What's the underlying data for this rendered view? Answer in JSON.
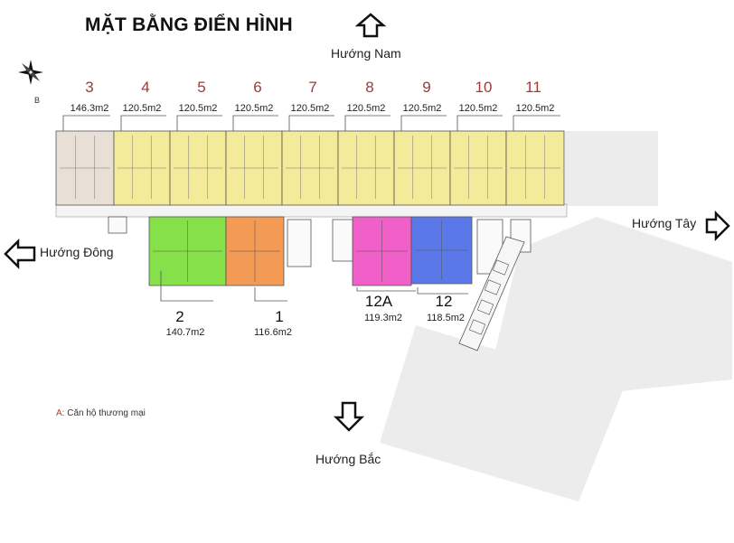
{
  "title": "MẶT BẰNG ĐIỂN HÌNH",
  "directions": {
    "south": "Hướng Nam",
    "west": "Hướng Tây",
    "east": "Hướng Đông",
    "north": "Hướng Bắc"
  },
  "compass": {
    "label": "B"
  },
  "units_top": [
    {
      "no": "3",
      "area": "146.3m2",
      "color": "#e8e0d6"
    },
    {
      "no": "4",
      "area": "120.5m2",
      "color": "#f3ea9a"
    },
    {
      "no": "5",
      "area": "120.5m2",
      "color": "#f3ea9a"
    },
    {
      "no": "6",
      "area": "120.5m2",
      "color": "#f3ea9a"
    },
    {
      "no": "7",
      "area": "120.5m2",
      "color": "#f3ea9a"
    },
    {
      "no": "8",
      "area": "120.5m2",
      "color": "#f3ea9a"
    },
    {
      "no": "9",
      "area": "120.5m2",
      "color": "#f3ea9a"
    },
    {
      "no": "10",
      "area": "120.5m2",
      "color": "#f3ea9a"
    },
    {
      "no": "11",
      "area": "120.5m2",
      "color": "#f3ea9a"
    }
  ],
  "units_bottom": [
    {
      "no": "2",
      "area": "140.7m2",
      "color": "#86e04a"
    },
    {
      "no": "1",
      "area": "116.6m2",
      "color": "#f39a55"
    },
    {
      "no": "12A",
      "area": "119.3m2",
      "color": "#f060c8"
    },
    {
      "no": "12",
      "area": "118.5m2",
      "color": "#5a78e8"
    }
  ],
  "legend": {
    "key": "A",
    "text": ": Căn hộ thương mại"
  }
}
